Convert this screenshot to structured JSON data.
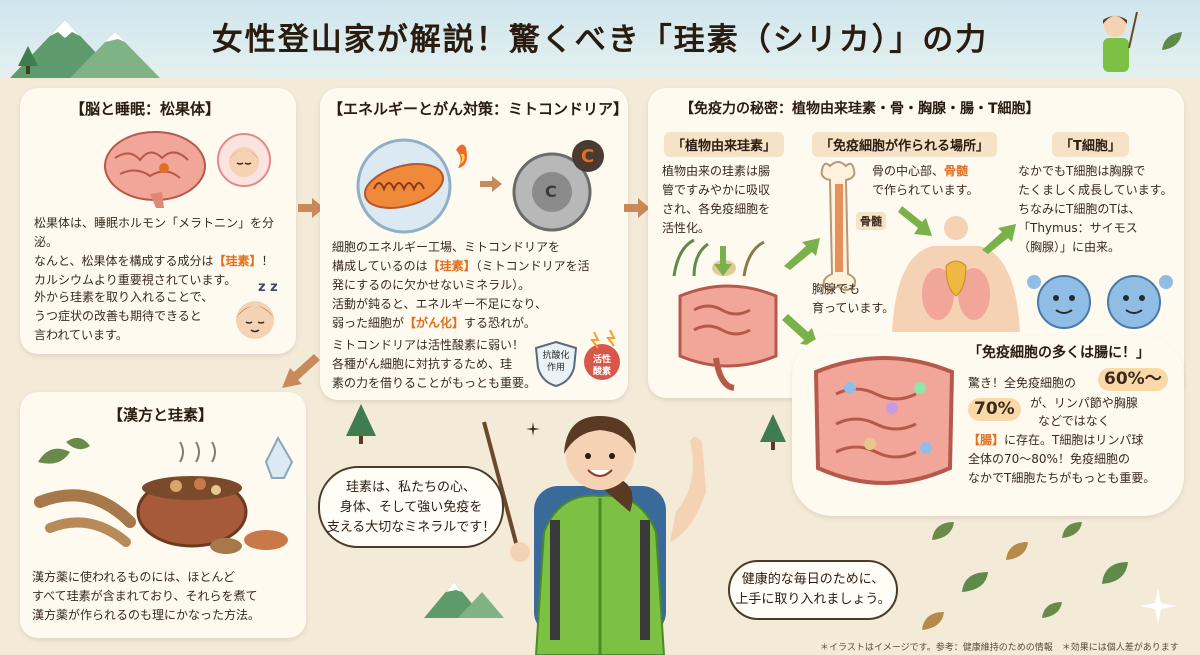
{
  "header": {
    "title": "女性登山家が解説！驚くべき「珪素（シリカ）」の力"
  },
  "brain": {
    "title": "【脳と睡眠：松果体】",
    "text1_a": "松果体は、睡眠ホルモン「メラトニン」を分泌。",
    "text1_b": "なんと、松果体を構成する成分は",
    "text1_hl": "【珪素】",
    "text1_c": "！",
    "text1_d": "カルシウムより重要視されています。",
    "text2_a": "外から珪素を取り入れることで、",
    "text2_b": "うつ症状の改善も期待できると",
    "text2_c": "言われています。",
    "zz": "z z"
  },
  "mito": {
    "title": "【エネルギーとがん対策：ミトコンドリア】",
    "c_label": "C",
    "text1_a": "細胞のエネルギー工場、ミトコンドリアを",
    "text1_b": "構成しているのは",
    "text1_hl": "【珪素】",
    "text1_c": "（ミトコンドリアを活",
    "text1_d": "発にするのに欠かせないミネラル）。",
    "text1_e": "活動が鈍ると、エネルギー不足になり、",
    "text1_f": "弱った細胞が",
    "text1_hl2": "【がん化】",
    "text1_g": "する恐れが。",
    "text2_a": "ミトコンドリアは活性酸素に弱い！",
    "text2_b": "各種がん細胞に対抗するため、珪",
    "text2_c": "素の力を借りることがもっとも重要。",
    "shield_a": "抗酸化",
    "shield_b": "作用",
    "ros_a": "活性",
    "ros_b": "酸素"
  },
  "immune": {
    "title": "【免疫力の秘密：植物由来珪素・骨・胸腺・腸・T細胞】",
    "tag_plant": "「植物由来珪素」",
    "plant_a": "植物由来の珪素は腸",
    "plant_b": "管ですみやかに吸収",
    "plant_c": "され、各免疫細胞を",
    "plant_d": "活性化。",
    "tag_place": "「免疫細胞が作られる場所」",
    "bone_a": "骨の中心部、",
    "bone_hl": "骨髄",
    "bone_b": "で作られています。",
    "marrow_label": "骨髄",
    "thymus_a": "胸腺でも",
    "thymus_b": "育っています。",
    "tag_tcell": "「T細胞」",
    "tcell_a": "なかでもT細胞は胸腺で",
    "tcell_b": "たくましく成長しています。",
    "tcell_c": "ちなみにT細胞のTは、",
    "tcell_d": "「Thymus：サイモス",
    "tcell_e": "（胸腺）」に由来。",
    "gut_title": "「免疫細胞の多くは腸に！」",
    "gut_a": "驚き！全免疫細胞の",
    "gut_pct1": "60%〜",
    "gut_pct2": "70%",
    "gut_b": "が、リンパ節や胸腺",
    "gut_c": "などではなく",
    "gut_hl": "【腸】",
    "gut_d": "に存在。T細胞はリンパ球",
    "gut_e": "全体の70〜80%！免疫細胞の",
    "gut_f": "なかでT細胞たちがもっとも重要。"
  },
  "kampo": {
    "title": "【漢方と珪素】",
    "text_a": "漢方薬に使われるものには、ほとんど",
    "text_b": "すべて珪素が含まれており、それらを煮て",
    "text_c": "漢方薬が作られるのも理にかなった方法。"
  },
  "guide": {
    "bubble1_a": "珪素は、私たちの心、",
    "bubble1_b": "身体、そして強い免疫を",
    "bubble1_c": "支える大切なミネラルです！",
    "bubble2_a": "健康的な毎日のために、",
    "bubble2_b": "上手に取り入れましょう。"
  },
  "footer": {
    "note": "＊イラストはイメージです。参考：健康維持のための情報　＊効果には個人差があります"
  },
  "colors": {
    "accent": "#e07020",
    "card": "#fffaf0",
    "background": "#f3ead8",
    "jacket": "#7cc144",
    "arrow": "#c98a5a",
    "arrow_green": "#79b14a"
  }
}
